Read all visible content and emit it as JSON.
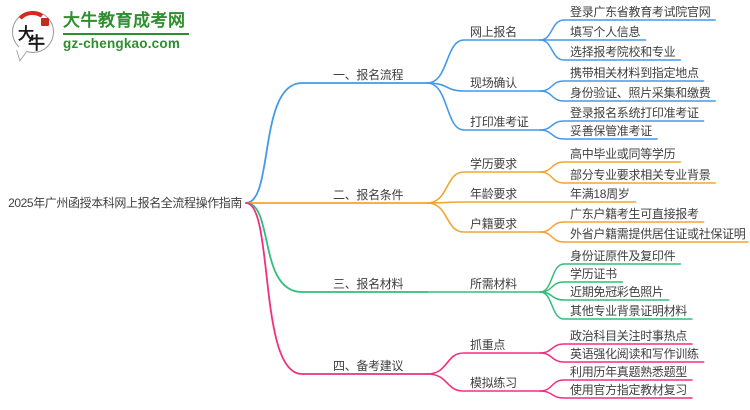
{
  "logo": {
    "title": "大牛教育成考网",
    "domain": "gz-chengkao.com",
    "badge_char_1": "大",
    "badge_char_2": "牛",
    "brand_green": "#2e8f2e",
    "brand_red": "#d8281e"
  },
  "mindmap": {
    "root": "2025年广州函授本科网上报名全流程操作指南",
    "text_color": "#404040",
    "branches": [
      {
        "label": "一、报名流程",
        "color": "#4499e8",
        "children": [
          {
            "label": "网上报名",
            "children": [
              {
                "label": "登录广东省教育考试院官网"
              },
              {
                "label": "填写个人信息"
              },
              {
                "label": "选择报考院校和专业"
              }
            ]
          },
          {
            "label": "现场确认",
            "children": [
              {
                "label": "携带相关材料到指定地点"
              },
              {
                "label": "身份验证、照片采集和缴费"
              }
            ]
          },
          {
            "label": "打印准考证",
            "children": [
              {
                "label": "登录报名系统打印准考证"
              },
              {
                "label": "妥善保管准考证"
              }
            ]
          }
        ]
      },
      {
        "label": "二、报名条件",
        "color": "#f0a632",
        "children": [
          {
            "label": "学历要求",
            "children": [
              {
                "label": "高中毕业或同等学历"
              },
              {
                "label": "部分专业要求相关专业背景"
              }
            ]
          },
          {
            "label": "年龄要求",
            "children": [
              {
                "label": "年满18周岁"
              }
            ]
          },
          {
            "label": "户籍要求",
            "children": [
              {
                "label": "广东户籍考生可直接报考"
              },
              {
                "label": "外省户籍需提供居住证或社保证明"
              }
            ]
          }
        ]
      },
      {
        "label": "三、报名材料",
        "color": "#34bd7a",
        "children": [
          {
            "label": "所需材料",
            "children": [
              {
                "label": "身份证原件及复印件"
              },
              {
                "label": "学历证书"
              },
              {
                "label": "近期免冠彩色照片"
              },
              {
                "label": "其他专业背景证明材料"
              }
            ]
          }
        ]
      },
      {
        "label": "四、备考建议",
        "color": "#f12e80",
        "children": [
          {
            "label": "抓重点",
            "children": [
              {
                "label": "政治科目关注时事热点"
              },
              {
                "label": "英语强化阅读和写作训练"
              }
            ]
          },
          {
            "label": "模拟练习",
            "children": [
              {
                "label": "利用历年真题熟悉题型"
              },
              {
                "label": "使用官方指定教材复习"
              }
            ]
          }
        ]
      }
    ]
  }
}
